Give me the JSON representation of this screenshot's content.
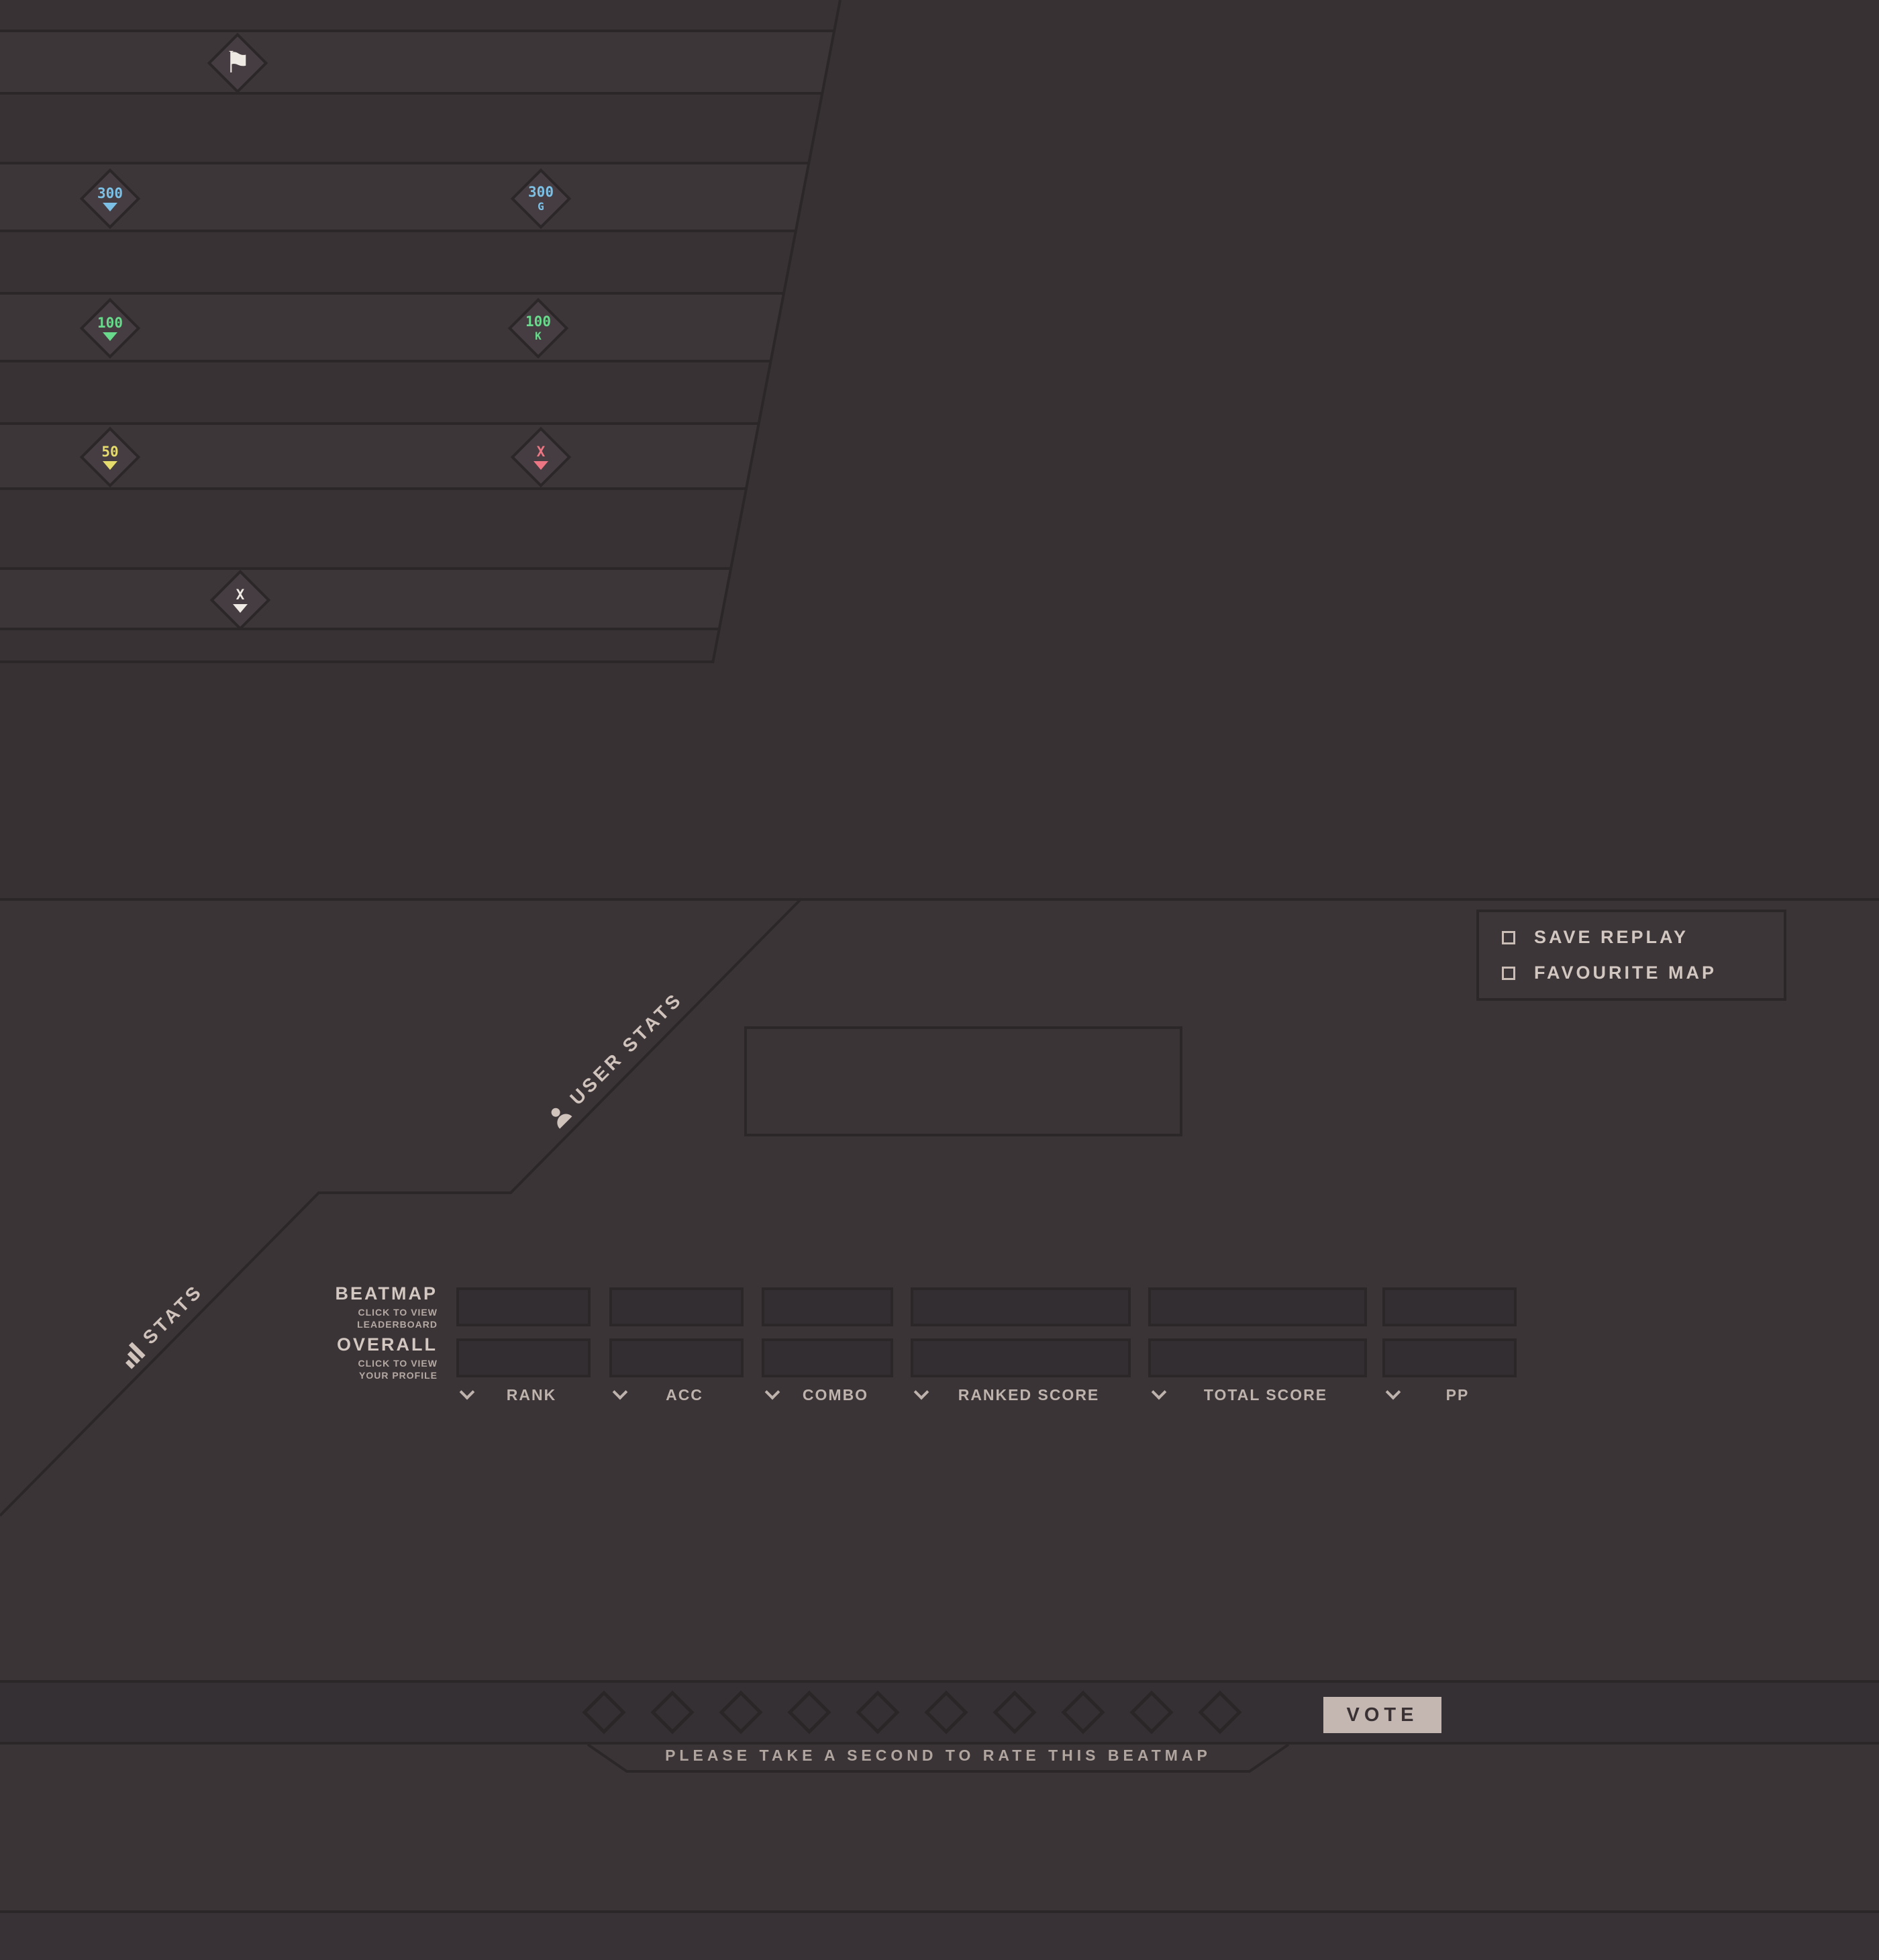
{
  "hit_icons": {
    "flag_glyph": "⚑",
    "flag_color": "#efe9e4",
    "hit300": {
      "label": "300",
      "color": "#7cc0e6"
    },
    "hit300g": {
      "label": "300",
      "sub": "G",
      "color": "#7cc0e6"
    },
    "hit100": {
      "label": "100",
      "color": "#69d98c"
    },
    "hit100k": {
      "label": "100",
      "sub": "K",
      "color": "#69d98c"
    },
    "hit50": {
      "label": "50",
      "color": "#e6dc6d"
    },
    "miss": {
      "label": "X",
      "color": "#ec7683"
    },
    "slider_break": {
      "label": "X",
      "color": "#f0eae5"
    }
  },
  "actions": {
    "save_replay": "SAVE REPLAY",
    "favourite_map": "FAVOURITE MAP"
  },
  "stats_panel": {
    "user_stats_label": "USER STATS",
    "stats_label": "STATS",
    "beatmap": {
      "title": "BEATMAP",
      "subtitle_line1": "CLICK TO VIEW",
      "subtitle_line2": "LEADERBOARD"
    },
    "overall": {
      "title": "OVERALL",
      "subtitle_line1": "CLICK TO VIEW",
      "subtitle_line2": "YOUR PROFILE"
    },
    "columns": [
      "RANK",
      "ACC",
      "COMBO",
      "RANKED SCORE",
      "TOTAL SCORE",
      "PP"
    ]
  },
  "rating": {
    "vote_label": "VOTE",
    "prompt": "PLEASE TAKE A SECOND TO RATE THIS BEATMAP",
    "diamond_count": 10
  },
  "colors": {
    "background": "#373134",
    "panel": "#3b3437",
    "divider": "#2b2628",
    "text": "#d3c8c1",
    "text_dim": "#b4a9a3",
    "vote_button": "#c4b7b1"
  }
}
